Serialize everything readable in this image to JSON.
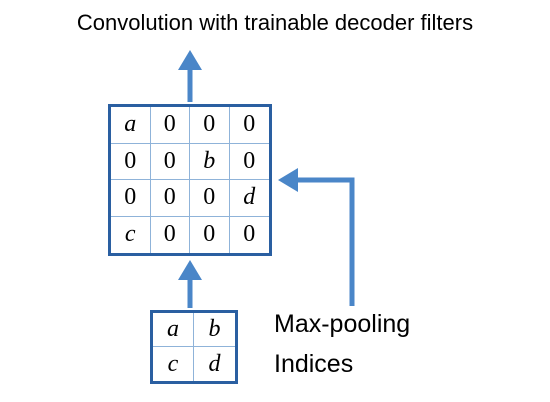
{
  "title": "Convolution with trainable decoder filters",
  "upsampled_matrix": [
    [
      "a",
      "0",
      "0",
      "0"
    ],
    [
      "0",
      "0",
      "b",
      "0"
    ],
    [
      "0",
      "0",
      "0",
      "d"
    ],
    [
      "c",
      "0",
      "0",
      "0"
    ]
  ],
  "pooled_matrix": [
    [
      "a",
      "b"
    ],
    [
      "c",
      "d"
    ]
  ],
  "indices_label": {
    "line1": "Max-pooling",
    "line2": "Indices"
  },
  "colors": {
    "arrow": "#4a86c8",
    "border": "#2a5fa1",
    "inner_grid": "#8fb3d9"
  }
}
